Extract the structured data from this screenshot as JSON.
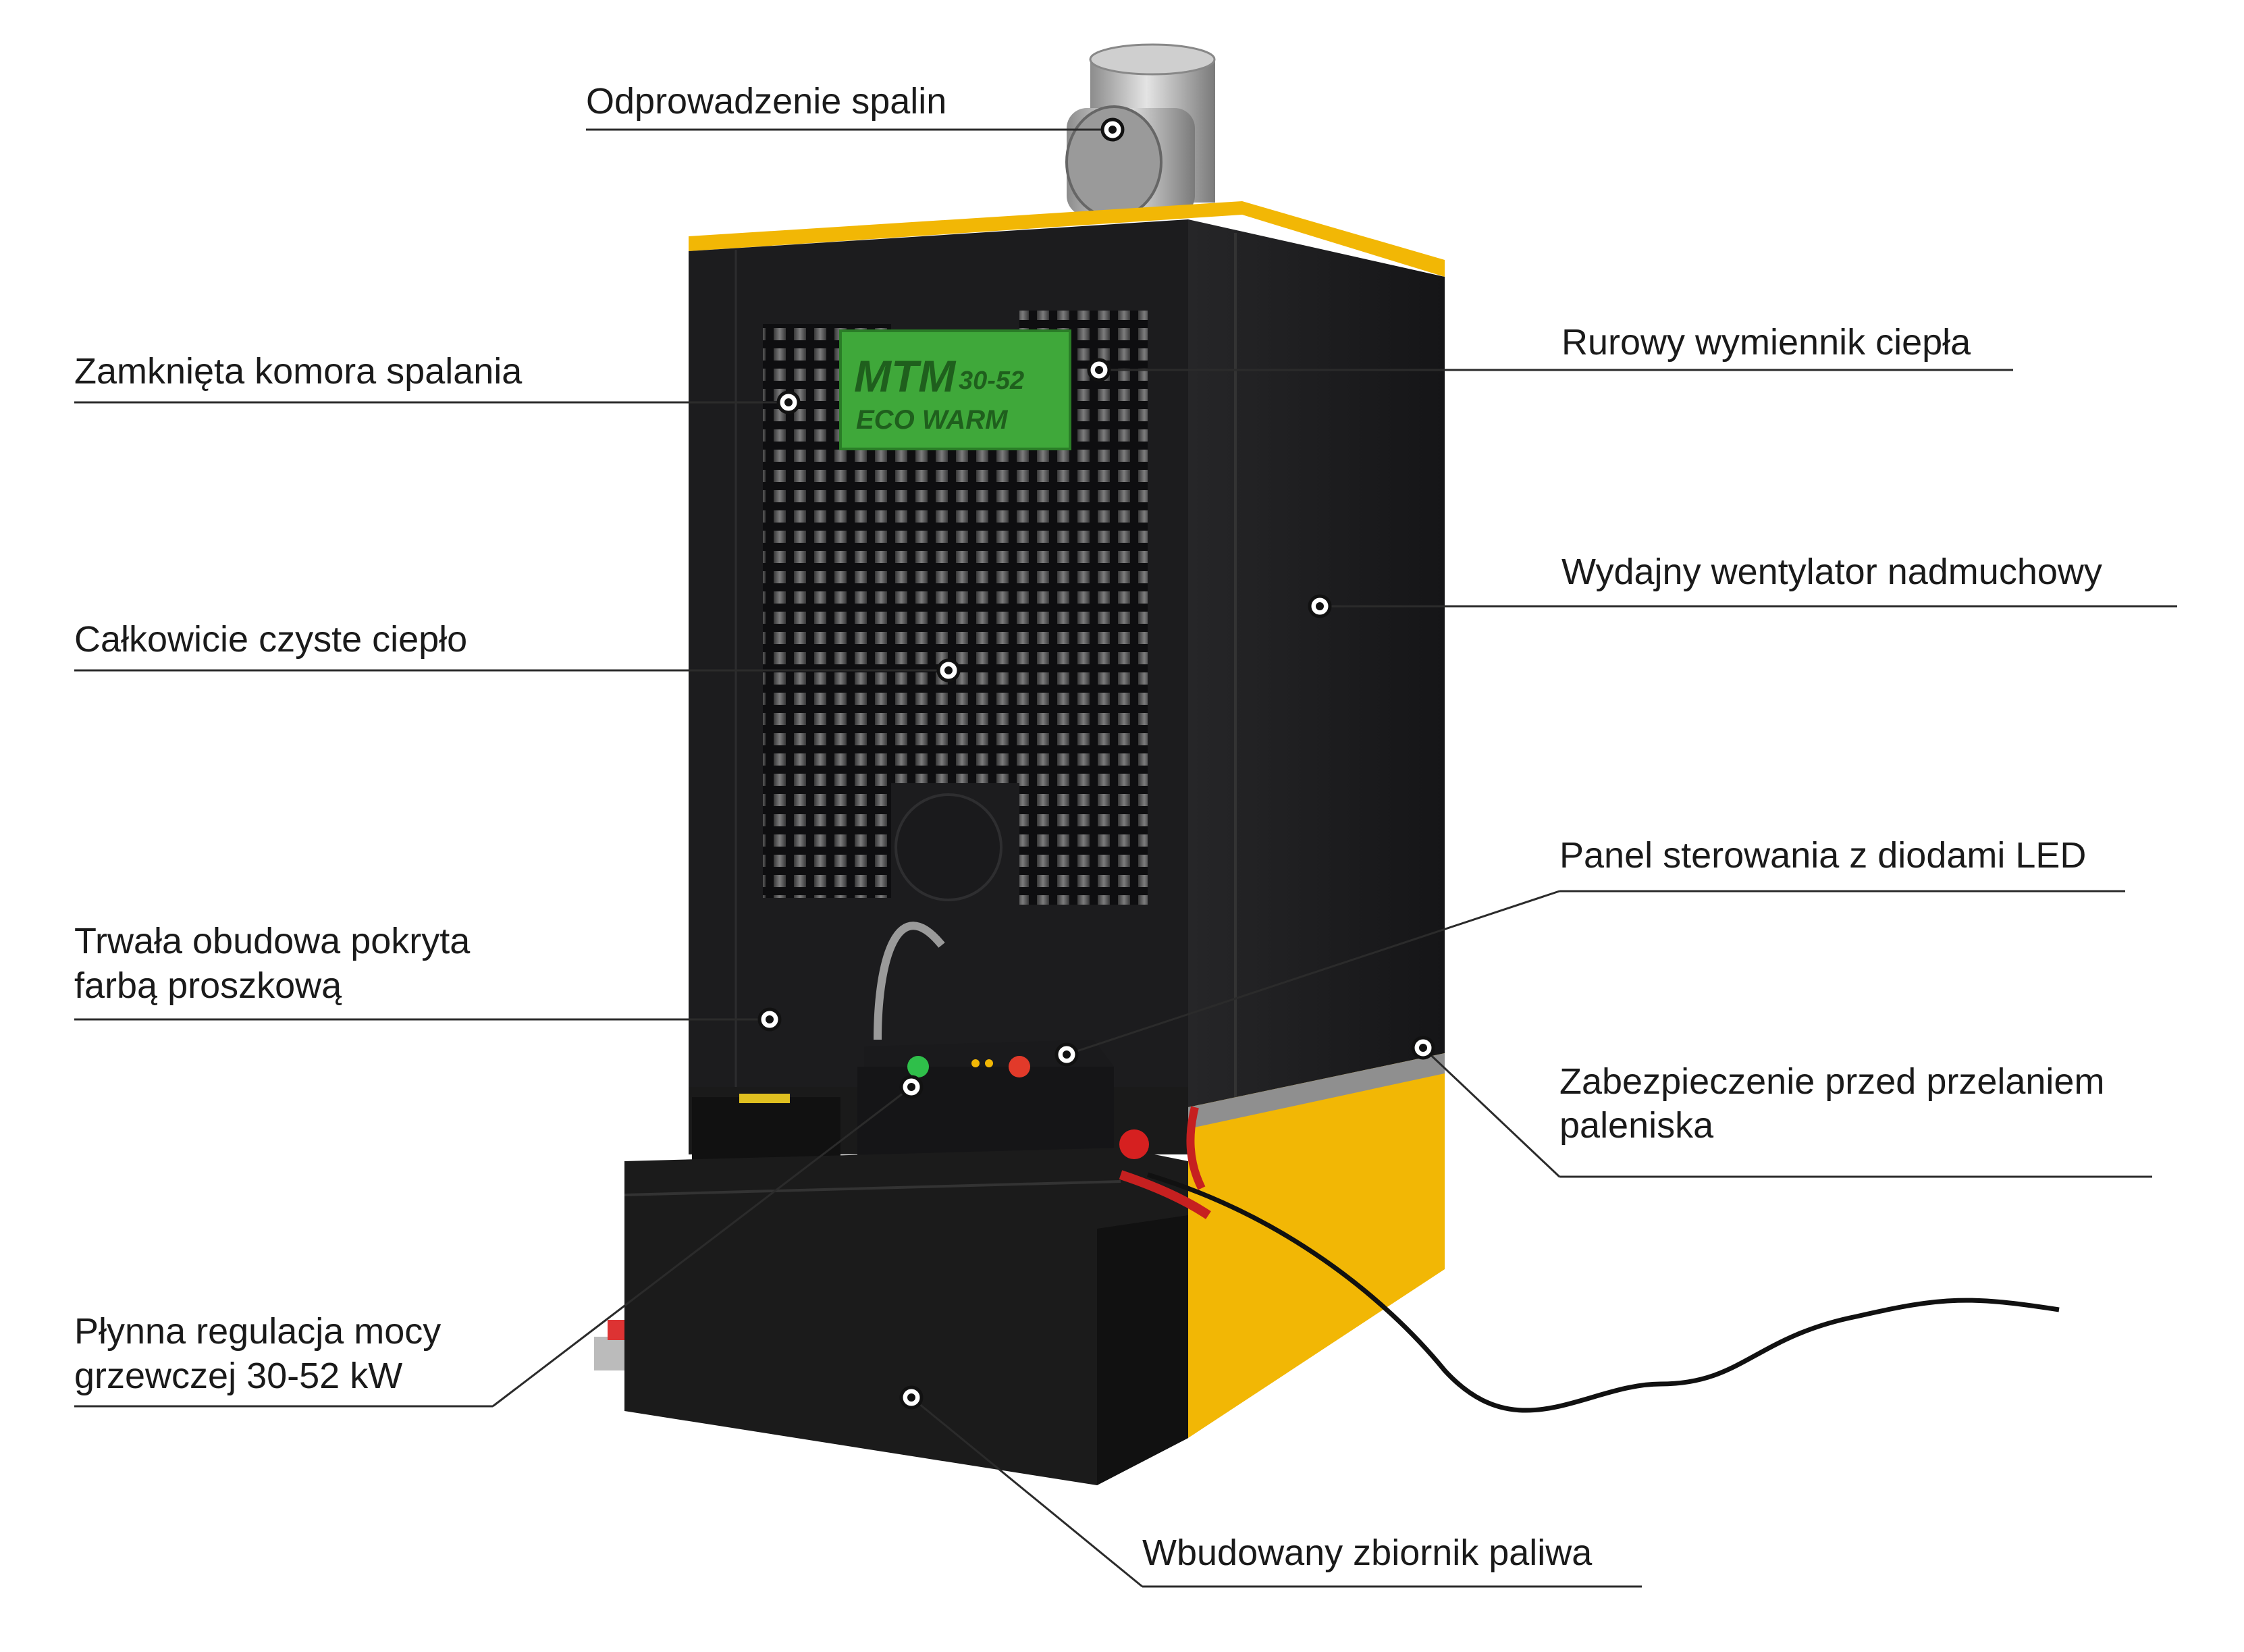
{
  "badge": {
    "line1": "MTM",
    "model": "30-52",
    "line2": "ECO WARM"
  },
  "labels": [
    {
      "id": "odprowadzenie-spalin",
      "lines": [
        "Odprowadzenie spalin"
      ]
    },
    {
      "id": "zamknieta-komora",
      "lines": [
        "Zamknięta komora spalania"
      ]
    },
    {
      "id": "rurowy-wymiennik",
      "lines": [
        "Rurowy wymiennik ciepła"
      ]
    },
    {
      "id": "wydajny-wentylator",
      "lines": [
        "Wydajny wentylator nadmuchowy"
      ]
    },
    {
      "id": "calkowicie-czyste",
      "lines": [
        "Całkowicie czyste ciepło"
      ]
    },
    {
      "id": "panel-sterowania",
      "lines": [
        "Panel sterowania z diodami LED"
      ]
    },
    {
      "id": "trwala-obudowa",
      "lines": [
        "Trwała obudowa pokryta",
        "farbą proszkową"
      ]
    },
    {
      "id": "zabezpieczenie",
      "lines": [
        "Zabezpieczenie przed przelaniem",
        "paleniska"
      ]
    },
    {
      "id": "plynna-regulacja",
      "lines": [
        "Płynna regulacja mocy",
        "grzewczej 30-52 kW"
      ]
    },
    {
      "id": "wbudowany-zbiornik",
      "lines": [
        "Wbudowany zbiornik paliwa"
      ]
    }
  ],
  "colors": {
    "body": "#1c1c1e",
    "accent": "#f2b705",
    "badge": "#3fa83a",
    "chimney": "#b9b9b9"
  }
}
